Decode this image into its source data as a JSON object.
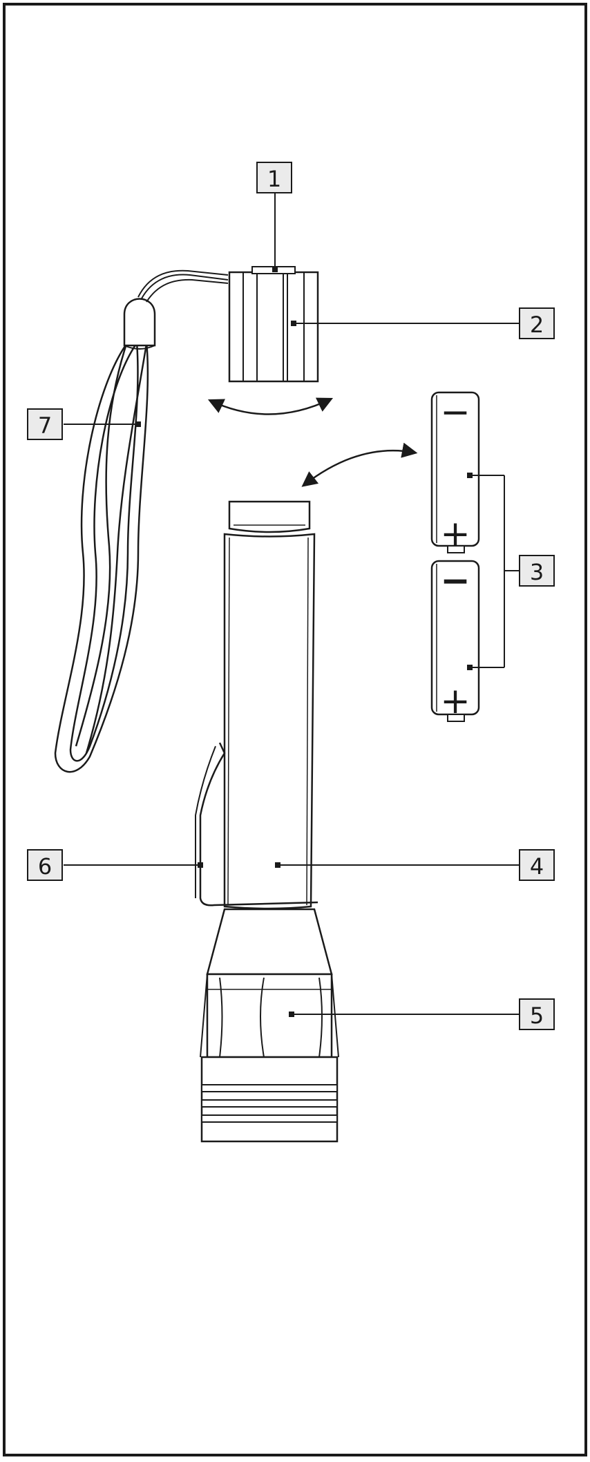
{
  "diagram": {
    "callouts": [
      {
        "id": "c1",
        "label": "1"
      },
      {
        "id": "c2",
        "label": "2"
      },
      {
        "id": "c3",
        "label": "3"
      },
      {
        "id": "c4",
        "label": "4"
      },
      {
        "id": "c5",
        "label": "5"
      },
      {
        "id": "c6",
        "label": "6"
      },
      {
        "id": "c7",
        "label": "7"
      }
    ],
    "battery_signs": {
      "top_minus": "−",
      "top_plus": "+",
      "bottom_minus": "−",
      "bottom_plus": "+"
    }
  },
  "colors": {
    "ink": "#1a1a1a",
    "callout_fill": "#ebebeb",
    "paper": "#ffffff"
  }
}
